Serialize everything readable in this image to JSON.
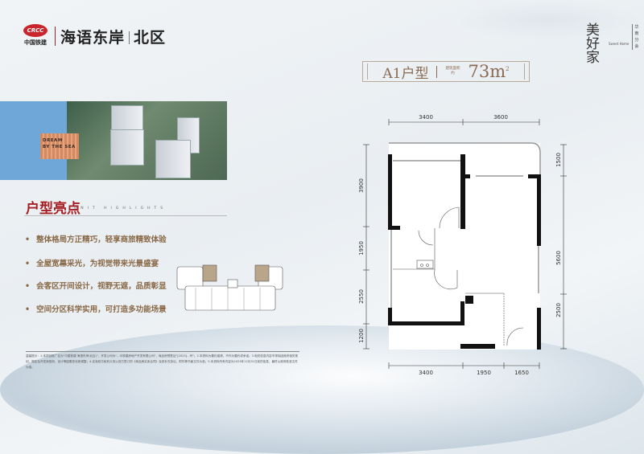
{
  "header": {
    "developer_logo_text": "CRCC",
    "developer_name": "中国铁建",
    "project_name": "海语东岸",
    "project_zone": "北区",
    "brand_mark": "美好家",
    "brand_en": "Sweet Home",
    "brand_side": "华南分会"
  },
  "unit": {
    "name": "A1户型",
    "area_label": "建筑面积约",
    "area_value": "73m",
    "area_unit_sup": "2"
  },
  "photo": {
    "overlay_text_1": "DREAM",
    "overlay_text_2": "BY THE SEA"
  },
  "highlights": {
    "title": "户型亮点",
    "subtitle": "UNIT HIGHLIGHTS",
    "items": [
      "整体格局方正精巧，轻享商旅精致体验",
      "全屋宽幕采光，为视觉带来光景盛宴",
      "会客区开间设计，视野无遮，品质彰显",
      "空间分区科学实用，可打造多功能场景"
    ]
  },
  "floorplan": {
    "top_dims": [
      "3400",
      "3600"
    ],
    "bottom_dims": [
      "3400",
      "1950",
      "1650"
    ],
    "left_dims": [
      "3900",
      "1950",
      "2550",
      "1200"
    ],
    "right_dims": [
      "1500",
      "5600",
      "2500"
    ]
  },
  "disclaimer": "温馨提示：1.本项目推广名为\"中国铁建·海语东岸(北区)\"，开发公司为\"…中铁建房地产开发有限公司\"，商品房预售证\"[2023]…号\"；2.本资料为要约邀请，不作为要约或承诺；3.相关信息内容不排除因政府相关规划、规定及开发商规划、设计等因素变化而调整；4.买卖双方权利义务以双方签订的《商品房买卖合同》及其补充协议、附件等书面文件为准；5.本资料所有内容为2023年12月31日前的信息，最终以政府批准文件为准。",
  "colors": {
    "accent_red": "#a61e22",
    "highlight_text": "#8a6a48",
    "title_brown": "#8a6a52",
    "photo_blue": "#6ea7d8"
  }
}
